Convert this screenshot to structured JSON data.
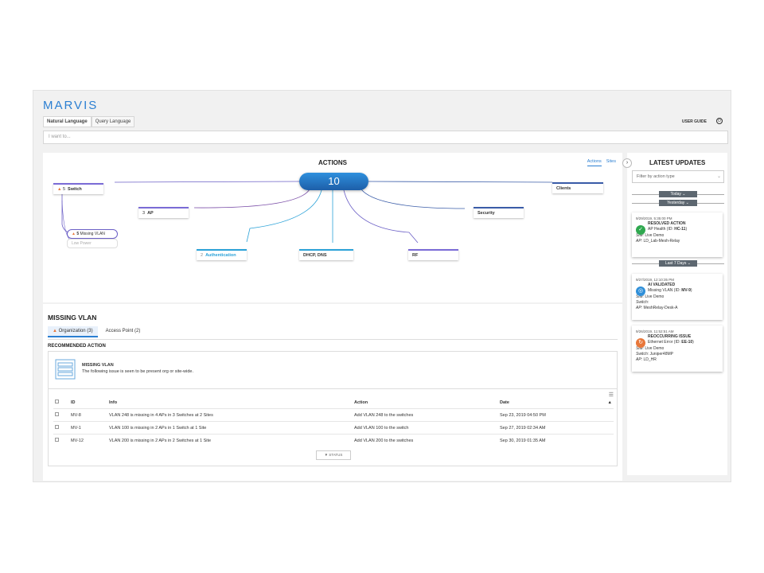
{
  "app": {
    "logo": "MARVIS",
    "tabs": [
      "Natural Language",
      "Query Language"
    ],
    "user_guide": "USER GUIDE",
    "search_placeholder": "I want to..."
  },
  "actions": {
    "title": "ACTIONS",
    "total": "10",
    "toggle": [
      "Actions",
      "Sites"
    ],
    "nodes": {
      "switch": {
        "count": "5",
        "label": "Switch"
      },
      "ap": {
        "count": "3",
        "label": "AP"
      },
      "authentication": {
        "count": "2",
        "label": "Authentication"
      },
      "dhcp": {
        "label": "DHCP, DNS"
      },
      "rf": {
        "label": "RF"
      },
      "security": {
        "label": "Security"
      },
      "clients": {
        "label": "Clients"
      }
    },
    "sub_nodes": {
      "missing_vlan": {
        "count": "5",
        "label": "Missing VLAN"
      },
      "low_power": "Low Power"
    }
  },
  "missing_vlan": {
    "title": "MISSING VLAN",
    "tabs": [
      {
        "label": "Organization (3)"
      },
      {
        "label": "Access Point (2)"
      }
    ],
    "recommended": "RECOMMENDED ACTION",
    "issue_title": "MISSING VLAN",
    "issue_desc": "The following issue is seen to be present org or site-wide.",
    "columns": [
      "ID",
      "Info",
      "Action",
      "Date"
    ],
    "rows": [
      {
        "id": "MV-8",
        "info": "VLAN 248 is missing in 4 APs in 3 Switches at 2 Sites",
        "action": "Add VLAN 248 to the switches",
        "date": "Sep 23, 2019 04:50 PM"
      },
      {
        "id": "MV-1",
        "info": "VLAN 100 is missing in 2 APs in 1 Switch at 1 Site",
        "action": "Add VLAN 100 to the switch",
        "date": "Sep 27, 2019 02:34 AM"
      },
      {
        "id": "MV-12",
        "info": "VLAN 200 is missing in 2 APs in 2 Switches at 1 Site",
        "action": "Add VLAN 200 to the switches",
        "date": "Sep 30, 2019 01:35 AM"
      }
    ],
    "status_button": "▼ STATUS"
  },
  "updates": {
    "title": "LATEST UPDATES",
    "filter_placeholder": "Filter by action type",
    "dates": [
      "Today",
      "Yesterday",
      "Last 7 Days"
    ],
    "cards": [
      {
        "ts": "9/29/2019, 5:35:00 PM",
        "type": "RESOLVED ACTION",
        "desc_pre": "AP Health (ID: ",
        "id": "HC-11",
        "desc_post": ")",
        "l1k": "Site:",
        "l1v": " Live Demo",
        "l2k": "AP:",
        "l2v": " LD_Lab-Mesh-Relay",
        "color": "#2fa84f"
      },
      {
        "ts": "9/27/2019, 12:10:35 PM",
        "type": "AI VALIDATED",
        "desc_pre": "Missing VLAN (ID: ",
        "id": "MV-9",
        "desc_post": ")",
        "l1k": "Site:",
        "l1v": " Live Demo",
        "l2k": "Switch:",
        "l2v": "",
        "l3k": "AP:",
        "l3v": " MeshRelay-Desk-A",
        "color": "#2f8fd8"
      },
      {
        "ts": "9/26/2019, 11:52:51 AM",
        "type": "REOCCURRING ISSUE",
        "desc_pre": "Ethernet Error (ID: ",
        "id": "EE-10",
        "desc_post": ")",
        "l1k": "Site:",
        "l1v": " Live Demo",
        "l2k": "Switch:",
        "l2v": " Juniper48MP",
        "l3k": "AP:",
        "l3v": " LD_HR",
        "color": "#e8773a"
      }
    ]
  }
}
